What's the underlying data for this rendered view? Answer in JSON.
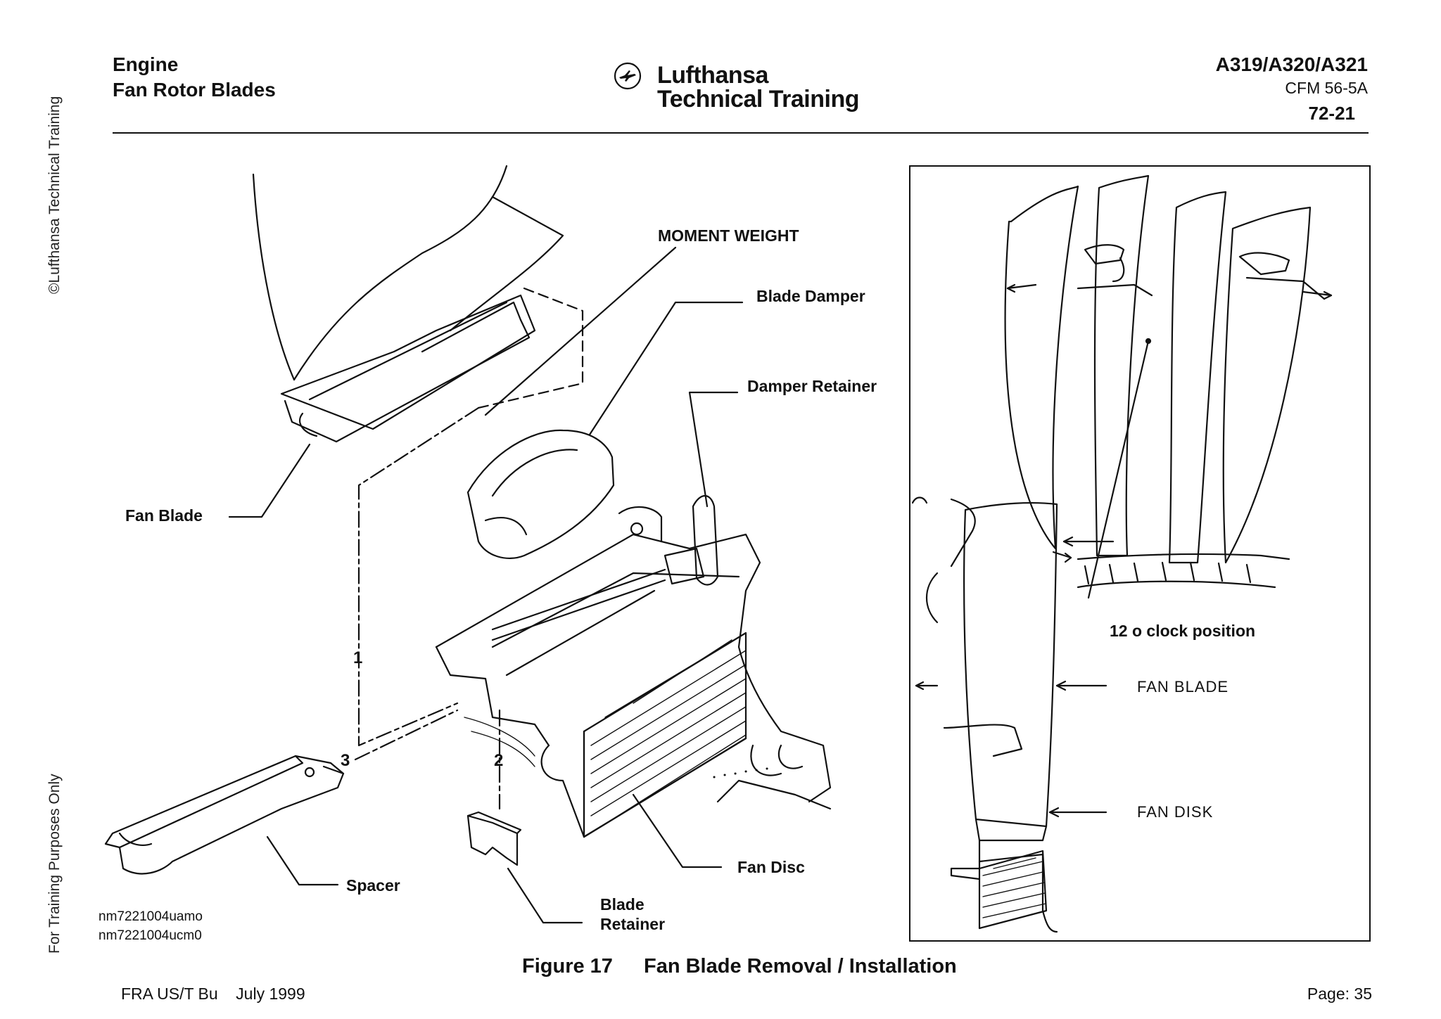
{
  "side": {
    "copyright": "©Lufthansa Technical Training",
    "purpose": "For Training Purposes Only"
  },
  "header": {
    "left_line1": "Engine",
    "left_line2": "Fan Rotor Blades",
    "brand_line1": "Lufthansa",
    "brand_line2": "Technical Training",
    "logo_icon": "crane-logo-icon",
    "right_line1": "A319/A320/A321",
    "right_line2": "CFM  56-5A",
    "right_line3": "72-21"
  },
  "figure": {
    "labels": {
      "moment_weight": "MOMENT WEIGHT",
      "blade_damper": "Blade Damper",
      "damper_retainer": "Damper Retainer",
      "fan_blade": "Fan Blade",
      "spacer": "Spacer",
      "fan_disc": "Fan Disc",
      "blade_retainer_1": "Blade",
      "blade_retainer_2": "Retainer",
      "step_1": "1",
      "step_2": "2",
      "step_3": "3"
    },
    "inset": {
      "clock_position": "12 o clock position",
      "fan_blade": "FAN BLADE",
      "fan_disk": "FAN DISK"
    },
    "refs": [
      "nm7221004uamo",
      "nm7221004ucm0"
    ],
    "caption_number": "Figure 17",
    "caption_title": "Fan Blade Removal / Installation"
  },
  "footer": {
    "left": "FRA US/T Bu    July 1999",
    "right": "Page: 35"
  }
}
